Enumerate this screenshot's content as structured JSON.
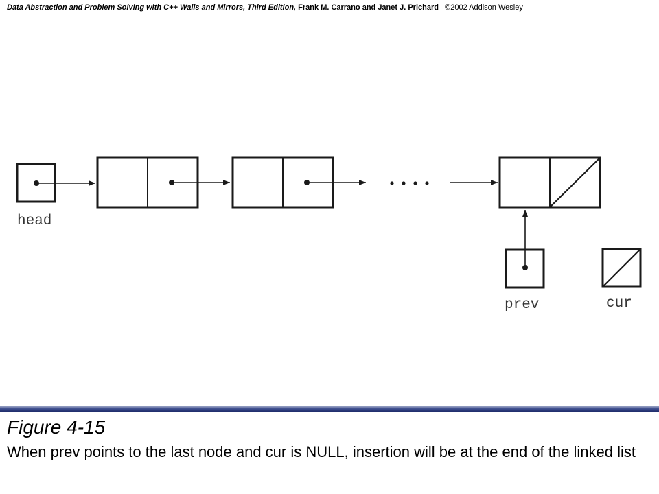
{
  "header": {
    "book_title": "Data Abstraction  and Problem Solving with C++ Walls and Mirrors, Third Edition,",
    "authors": " Frank M. Carrano  and Janet J. Prichard",
    "copyright": "©2002  Addison Wesley"
  },
  "diagram": {
    "labels": {
      "head": "head",
      "ellipsis": "....",
      "prev": "prev",
      "cur": "cur"
    }
  },
  "caption": {
    "title": "Figure 4-15",
    "text": "When prev points to the last node and cur is NULL, insertion will be at the end of the linked list"
  },
  "colors": {
    "rule": "#1e2c6b",
    "ink": "#1a1a1a"
  }
}
